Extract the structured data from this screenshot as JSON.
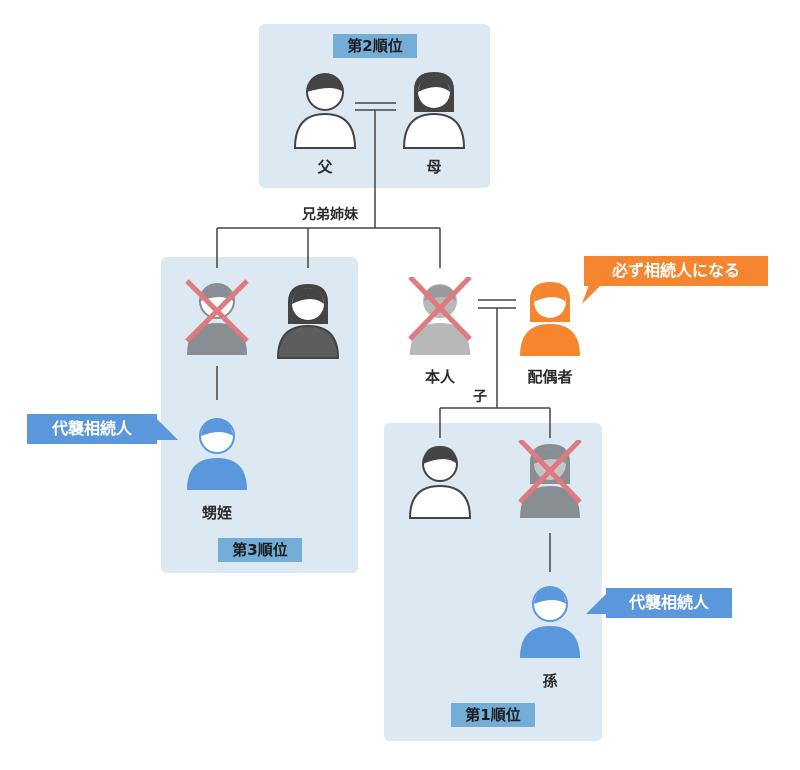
{
  "ranks": {
    "second": "第2順位",
    "third": "第3順位",
    "first": "第1順位"
  },
  "people": {
    "father": "父",
    "mother": "母",
    "self": "本人",
    "spouse": "配偶者",
    "nephew_niece": "甥姪",
    "grandchild": "孫"
  },
  "relations": {
    "siblings": "兄弟姉妹",
    "child": "子"
  },
  "callouts": {
    "spouse_always": "必ず相続人になる",
    "substitute_left": "代襲相続人",
    "substitute_right": "代襲相続人"
  },
  "colors": {
    "box": "#dce8f2",
    "rank_label": "#74aed8",
    "orange": "#f5852e",
    "blue": "#5b97db",
    "cross": "#e07a7f",
    "dark_gray": "#5d5d5d",
    "mid_gray": "#888e92",
    "light_gray": "#b8b8b8"
  }
}
